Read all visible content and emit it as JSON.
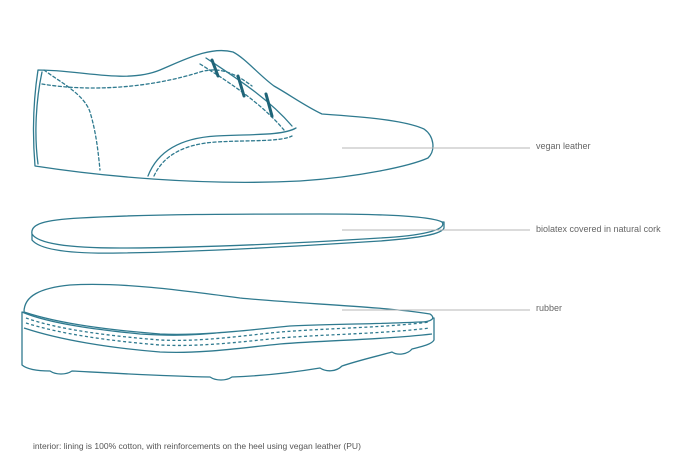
{
  "labels": {
    "upper": "vegan leather",
    "insole": "biolatex covered in natural cork",
    "sole": "rubber"
  },
  "footnote": "interior: lining is 100% cotton, with reinforcements on the heel using vegan leather (PU)",
  "colors": {
    "outline": "#2f7a8f",
    "lace": "#1f6478",
    "leader_line": "#b7b7b7",
    "label_text": "#666666"
  }
}
